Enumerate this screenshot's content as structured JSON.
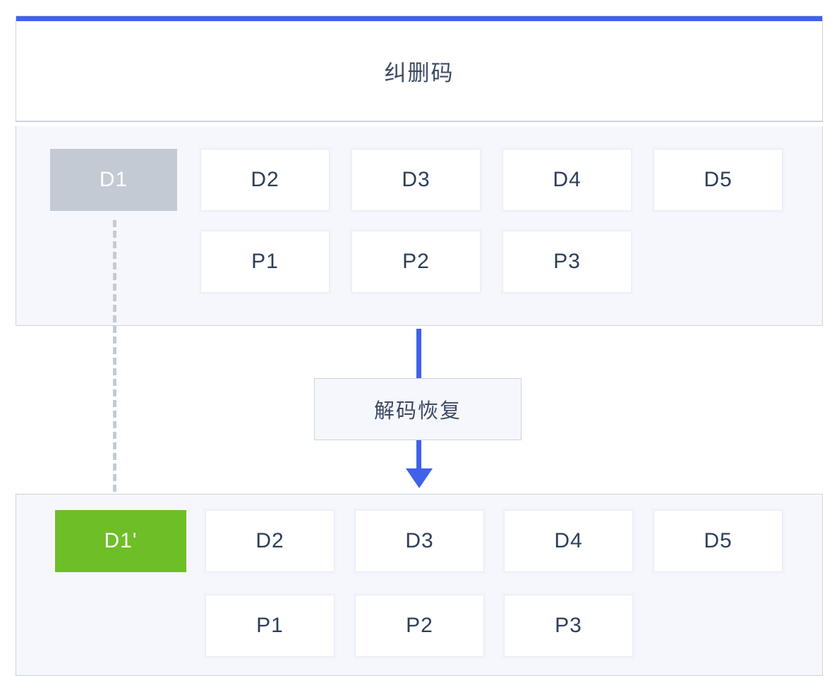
{
  "colors": {
    "accent": "#3f62e8",
    "lost_shard": "#c3cad4",
    "restored_shard": "#6ebe28",
    "panel_bg": "#f6f7fc",
    "border": "#ccd2e0",
    "text": "#2d3e57"
  },
  "card": {
    "title": "纠删码"
  },
  "encoded": {
    "data_shards": [
      {
        "label": "D1",
        "state": "lost"
      },
      {
        "label": "D2",
        "state": "intact"
      },
      {
        "label": "D3",
        "state": "intact"
      },
      {
        "label": "D4",
        "state": "intact"
      },
      {
        "label": "D5",
        "state": "intact"
      }
    ],
    "parity_shards": [
      {
        "label": "P1",
        "state": "intact"
      },
      {
        "label": "P2",
        "state": "intact"
      },
      {
        "label": "P3",
        "state": "intact"
      }
    ]
  },
  "flow": {
    "label": "解码恢复",
    "arrow_direction": "down"
  },
  "recovered": {
    "data_shards": [
      {
        "label": "D1'",
        "state": "restored"
      },
      {
        "label": "D2",
        "state": "intact"
      },
      {
        "label": "D3",
        "state": "intact"
      },
      {
        "label": "D4",
        "state": "intact"
      },
      {
        "label": "D5",
        "state": "intact"
      }
    ],
    "parity_shards": [
      {
        "label": "P1",
        "state": "intact"
      },
      {
        "label": "P2",
        "state": "intact"
      },
      {
        "label": "P3",
        "state": "intact"
      }
    ]
  }
}
